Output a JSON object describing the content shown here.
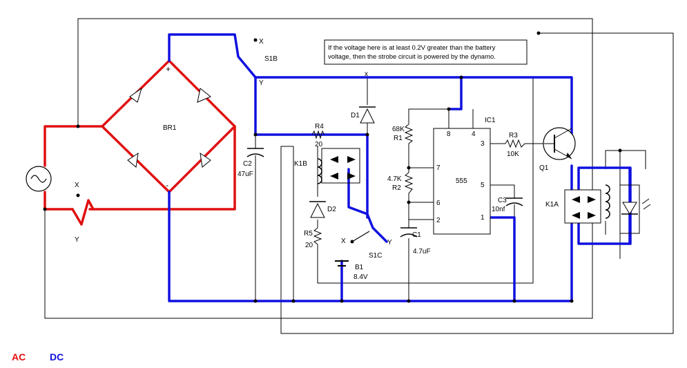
{
  "diagram": {
    "note": {
      "line1": "If the voltage here is at least 0.2V greater than the battery",
      "line2": "voltage, then the strobe circuit is powered by the dynamo."
    },
    "components": {
      "br1": "BR1",
      "br1_plus": "+",
      "br1_minus": "-",
      "c2_name": "C2",
      "c2_value": "47uF",
      "s1b_name": "S1B",
      "s1b_x": "X",
      "s1b_y": "Y",
      "d1": "D1",
      "r4_name": "R4",
      "r4_value": "20",
      "k1b": "K1B",
      "d2": "D2",
      "r5_name": "R5",
      "r5_value": "20",
      "b1_name": "B1",
      "b1_value": "8.4V",
      "s1c_name": "S1C",
      "s1c_x": "X",
      "s1c_y": "Y",
      "r1_value": "68K",
      "r1_name": "R1",
      "r2_value": "4.7K",
      "r2_name": "R2",
      "c1_name": "C1",
      "c1_value": "4.7uF",
      "ic1": "IC1",
      "ic_type": "555",
      "pin8": "8",
      "pin4": "4",
      "pin3": "3",
      "pin7": "7",
      "pin5": "5",
      "pin6": "6",
      "pin2": "2",
      "pin1": "1",
      "r3_name": "R3",
      "r3_value": "10K",
      "q1": "Q1",
      "c3_name": "C3",
      "c3_value": "10nf",
      "k1a": "K1A",
      "sw_ac_x": "X",
      "sw_ac_y": "Y"
    },
    "legend": {
      "ac": "AC",
      "dc": "DC",
      "ac_color": "#e01010",
      "dc_color": "#1010e0"
    }
  }
}
